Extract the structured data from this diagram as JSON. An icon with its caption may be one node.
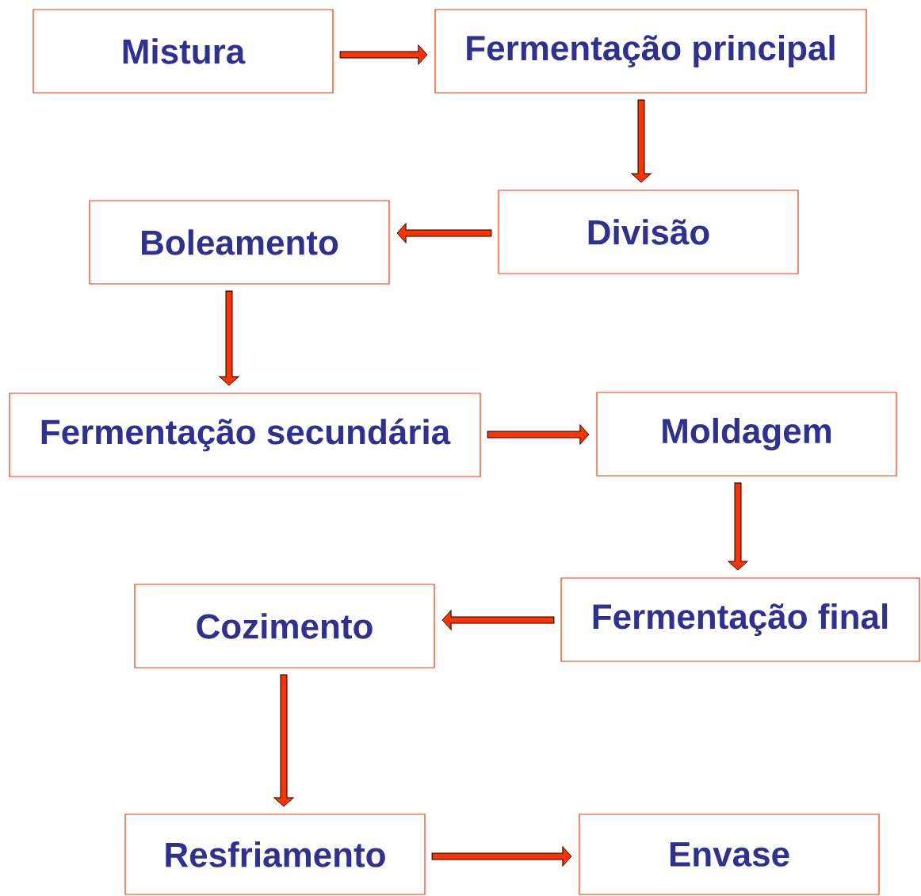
{
  "diagram": {
    "nodes": [
      {
        "text": [
          "Mistura"
        ]
      },
      {
        "text": [
          "Fermentação principal"
        ]
      },
      {
        "text": [
          "Divisão"
        ]
      },
      {
        "text": [
          "Boleamento"
        ]
      },
      {
        "text": [
          "Fermentação secundária"
        ]
      },
      {
        "text": [
          "Moldagem"
        ]
      },
      {
        "text": [
          "Fermentação final"
        ]
      },
      {
        "text": [
          "Cozimento"
        ]
      },
      {
        "text": [
          "Resfriamento"
        ]
      },
      {
        "text": [
          "Envase"
        ]
      }
    ],
    "edges": [
      {
        "from": 0,
        "to": 1,
        "arrow": "to"
      },
      {
        "from": 1,
        "to": 2,
        "arrow": "to"
      },
      {
        "from": 2,
        "to": 3,
        "arrow": "to"
      },
      {
        "from": 3,
        "to": 4,
        "arrow": "to"
      },
      {
        "from": 4,
        "to": 5,
        "arrow": "to"
      },
      {
        "from": 5,
        "to": 6,
        "arrow": "to"
      },
      {
        "from": 6,
        "to": 7,
        "arrow": "to"
      },
      {
        "from": 7,
        "to": 8,
        "arrow": "to"
      },
      {
        "from": 8,
        "to": 9,
        "arrow": "to"
      }
    ]
  }
}
